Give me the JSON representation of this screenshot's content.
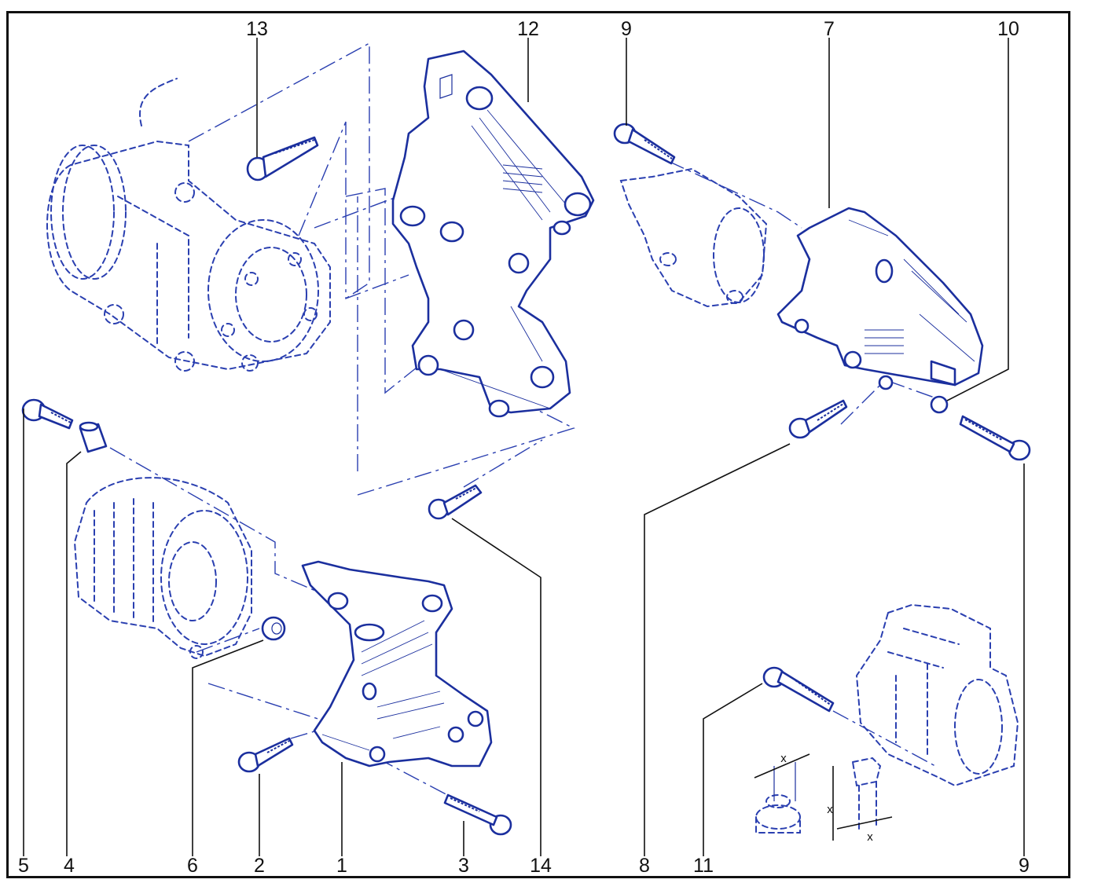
{
  "diagram": {
    "callouts": [
      {
        "id": "c13",
        "label": "13"
      },
      {
        "id": "c12",
        "label": "12"
      },
      {
        "id": "c9a",
        "label": "9"
      },
      {
        "id": "c7",
        "label": "7"
      },
      {
        "id": "c10",
        "label": "10"
      },
      {
        "id": "c5",
        "label": "5"
      },
      {
        "id": "c4",
        "label": "4"
      },
      {
        "id": "c6",
        "label": "6"
      },
      {
        "id": "c2",
        "label": "2"
      },
      {
        "id": "c1",
        "label": "1"
      },
      {
        "id": "c3",
        "label": "3"
      },
      {
        "id": "c14",
        "label": "14"
      },
      {
        "id": "c8",
        "label": "8"
      },
      {
        "id": "c11",
        "label": "11"
      },
      {
        "id": "c9b",
        "label": "9"
      }
    ],
    "dimension_labels": [
      "x",
      "x",
      "x"
    ],
    "colors": {
      "part_line": "#1b2f9e",
      "ghost_line": "#2a3fb0",
      "text": "#111111",
      "frame": "#111111"
    }
  }
}
